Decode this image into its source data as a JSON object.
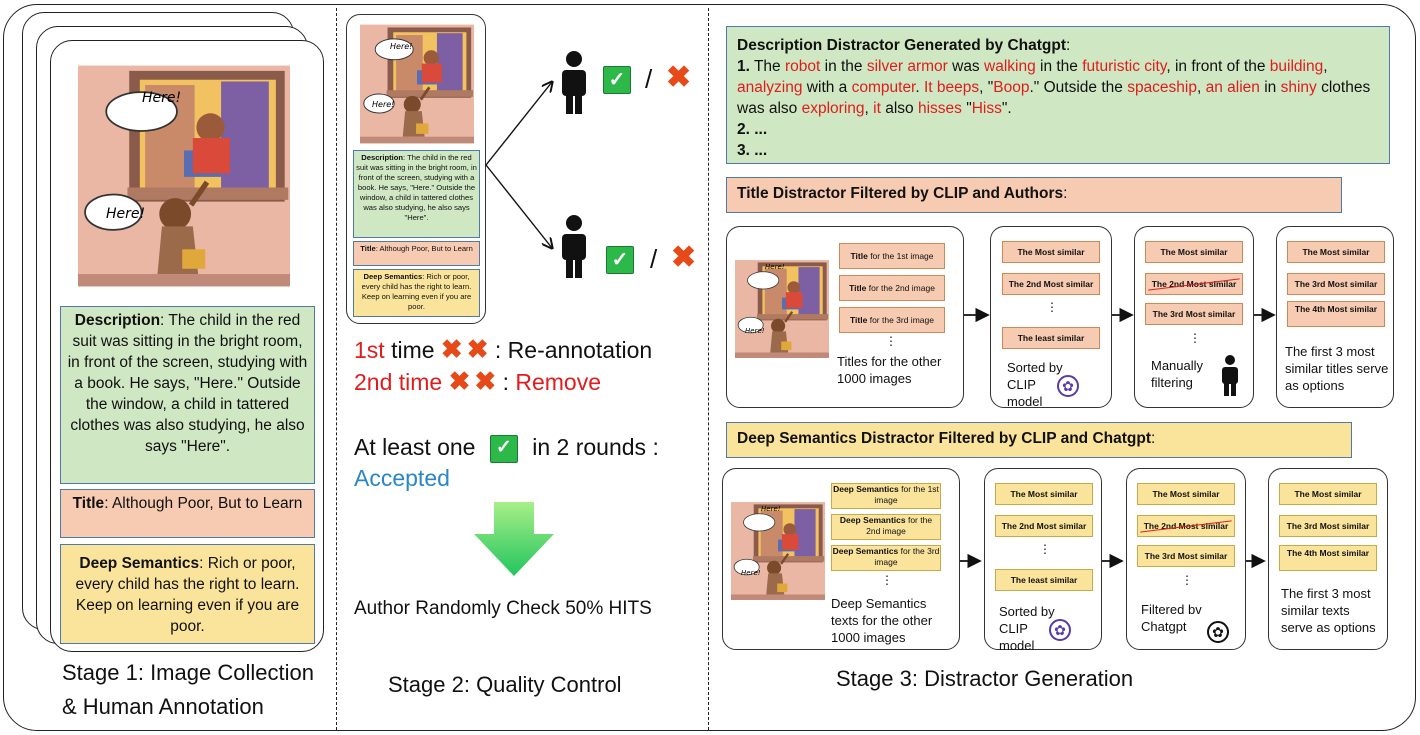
{
  "stage1": {
    "description_label": "Description",
    "description_text": ": The child in the red suit was sitting in the bright room, in front of the screen, studying with a book. He says, \"Here.\" Outside the window, a child in tattered clothes was also studying, he also says \"Here\".",
    "title_label": "Title",
    "title_text": ": Although Poor, But to Learn",
    "deep_label": "Deep Semantics",
    "deep_text": ": Rich or poor, every child has the right to learn. Keep on learning even if you are poor.",
    "bubble_upper": "Here!",
    "bubble_lower": "Here!",
    "caption_line1": "Stage 1: Image Collection",
    "caption_line2": "& Human Annotation"
  },
  "stage2": {
    "thumb_bubble_upper": "Here!",
    "thumb_bubble_lower": "Here!",
    "slash": "/",
    "first_time_num": "1st",
    "first_time_word": " time",
    "first_time_result": ": Re-annotation",
    "second_time_num": "2nd",
    "second_time_word": " time",
    "second_time_colon": ": ",
    "second_time_result": "Remove",
    "accept_pre": "At least one",
    "accept_post": "in 2 rounds :",
    "accepted": "Accepted",
    "author_check": "Author Randomly Check 50% HITS",
    "caption": "Stage 2: Quality Control"
  },
  "stage3": {
    "desc_header": "Description Distractor Generated by Chatgpt",
    "desc_header_colon": ":",
    "item1_num": "1.",
    "item2": "2. ...",
    "item3": "3. ...",
    "sentence_segments": [
      {
        "t": " The ",
        "c": "k"
      },
      {
        "t": "robot",
        "c": "r"
      },
      {
        "t": " in the ",
        "c": "k"
      },
      {
        "t": "silver armor",
        "c": "r"
      },
      {
        "t": " was ",
        "c": "k"
      },
      {
        "t": "walking",
        "c": "r"
      },
      {
        "t": " in the ",
        "c": "k"
      },
      {
        "t": "futuristic city",
        "c": "r"
      },
      {
        "t": ", in front of the ",
        "c": "k"
      },
      {
        "t": "building",
        "c": "r"
      },
      {
        "t": ", ",
        "c": "k"
      },
      {
        "t": "analyzing",
        "c": "r"
      },
      {
        "t": " with a ",
        "c": "k"
      },
      {
        "t": "computer",
        "c": "r"
      },
      {
        "t": ". ",
        "c": "k"
      },
      {
        "t": "It beeps",
        "c": "r"
      },
      {
        "t": ", \"",
        "c": "k"
      },
      {
        "t": "Boop",
        "c": "r"
      },
      {
        "t": ".\" Outside the ",
        "c": "k"
      },
      {
        "t": "spaceship",
        "c": "r"
      },
      {
        "t": ", ",
        "c": "k"
      },
      {
        "t": "an alien",
        "c": "r"
      },
      {
        "t": " in ",
        "c": "k"
      },
      {
        "t": "shiny",
        "c": "r"
      },
      {
        "t": " clothes was also ",
        "c": "k"
      },
      {
        "t": "exploring",
        "c": "r"
      },
      {
        "t": ", ",
        "c": "k"
      },
      {
        "t": "it",
        "c": "r"
      },
      {
        "t": " also ",
        "c": "k"
      },
      {
        "t": "hisses",
        "c": "r"
      },
      {
        "t": " \"",
        "c": "k"
      },
      {
        "t": "Hiss",
        "c": "r"
      },
      {
        "t": "\".",
        "c": "k"
      }
    ],
    "title_header": "Title Distractor Filtered by CLIP and Authors",
    "title_header_colon": ":",
    "title_opts": [
      {
        "b": "Title",
        "t": " for the 1st image"
      },
      {
        "b": "Title",
        "t": " for the 2nd image"
      },
      {
        "b": "Title",
        "t": " for the 3rd image"
      }
    ],
    "title_others": "Titles for the other 1000 images",
    "sorted_by_clip": "Sorted by CLIP model",
    "most_similar": "The Most similar",
    "second_most": "The 2nd Most similar",
    "third_most": "The 3rd Most similar",
    "fourth_most": "The 4th Most similar",
    "least_similar": "The least similar",
    "manually": "Manually filtering",
    "first3_titles": "The first 3 most similar titles serve as options",
    "deep_header": "Deep Semantics Distractor Filtered by CLIP and Chatgpt",
    "deep_header_colon": ":",
    "deep_opts": [
      {
        "b": "Deep Semantics",
        "t": " for the 1st image"
      },
      {
        "b": "Deep Semantics",
        "t": " for the 2nd image"
      },
      {
        "b": "Deep Semantics",
        "t": " for the 3rd image"
      }
    ],
    "deep_others": "Deep Semantics texts for the other 1000 images",
    "filtered_by_chatgpt": "Filtered bv Chatgpt",
    "first3_texts": "The first 3 most similar texts serve as options",
    "ellipsis": "⋮",
    "caption": "Stage 3: Distractor Generation"
  },
  "colors": {
    "red": "#e01d1d",
    "blue": "#2a86c6",
    "green_box": "#cfe7c2",
    "peach_box": "#f7cbb1",
    "yellow_box": "#fae39b",
    "check": "#2db84a"
  }
}
